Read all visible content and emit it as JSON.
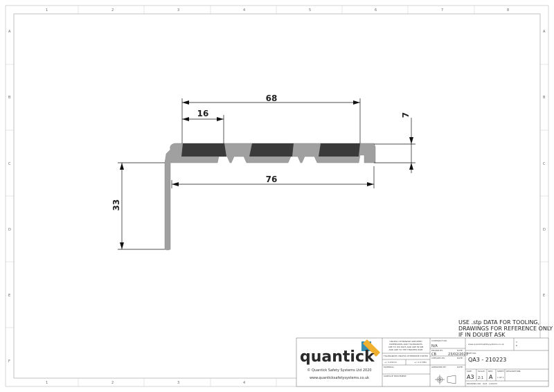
{
  "grid": {
    "columns": [
      "1",
      "2",
      "3",
      "4",
      "5",
      "6",
      "7",
      "8"
    ],
    "rows": [
      "A",
      "B",
      "C",
      "D",
      "E",
      "F"
    ]
  },
  "dimensions": {
    "overall_insert_span": "68",
    "insert_width": "16",
    "profile_height": "7",
    "overall_width": "76",
    "leg_depth": "33"
  },
  "note": [
    "USE .stp DATA FOR TOOLING,",
    "DRAWINGS FOR REFERENCE ONLY",
    "IF IN DOUBT ASK"
  ],
  "title_block": {
    "logo_text": "quantick",
    "brand_colors": {
      "orange": "#f0b030",
      "blue": "#3a8fb0"
    },
    "copyright": "© Quantick Safety Systems Ltd 2020",
    "website": "www.quanticksafetysystems.co.uk",
    "spec_note": [
      "UNLESS OTHERWISE SPECIFIED",
      "DIMENSIONS AND TOLERANCES",
      "ARE TO ISO 8015 AND ARE IN MM",
      "AND ARE TO THE FINISHED PART"
    ],
    "tolerances_label": "TOLERANCES UNLESS OTHERWISE STATED",
    "tolerance_linear": "+/- 0.05mm",
    "tolerance_angular": "+/- 0.2 DEG",
    "material_label": "MATERIAL:",
    "surface_label": "SURFACE TREATMENT:",
    "contract_label": "CONTRACT NO.",
    "contract_value": "N/A",
    "drawn_by_label": "DRAWN BY:",
    "drawn_by_value": "CB",
    "date_label": "DATE:",
    "drawn_date": "23/02/2023",
    "checked_label": "CHECKED BY:",
    "approved_label": "APPROVED BY:",
    "contact_web": "www.quanticksafetysystems.co.uk",
    "contact_phone": "T:",
    "contact_email": "E:",
    "part_no_label": "PART NO:",
    "part_no": "QA3 - 210223",
    "size_label": "SIZE:",
    "size_value": "A3",
    "scale_label": "SCALE:",
    "scale_value": "2:1",
    "rev_label": "REV:",
    "rev_value": "A",
    "sheet_label": "SHEET:",
    "sheet_value": "1 OF 1",
    "description_label": "DESCRIPTION:",
    "drawing_no_label": "DRAWING NO:",
    "drawing_no_value": "QA3 - 210223"
  }
}
